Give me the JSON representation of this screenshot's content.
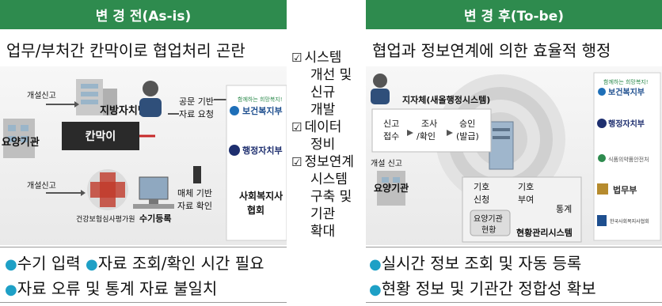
{
  "left": {
    "header": "변 경 전(As-is)",
    "subtitle": "업무/부처간 칸막이로 협업처리 곤란",
    "labels": {
      "local_gov": "지방자치단체",
      "care_org": "요양기관",
      "barrier": "칸막이",
      "report1": "개설신고",
      "report2": "개설신고",
      "hira": "건강보험심사평가원",
      "manual": "수기등록",
      "doc_request": [
        "공문 기반",
        "자료 요청"
      ],
      "media_check": [
        "매체 기반",
        "자료 확인"
      ],
      "assoc": [
        "사회복지사",
        "협회"
      ],
      "mohw": "보건복지부",
      "mois": "행정자치부",
      "mohw_small": "함께하는 희망복지!"
    },
    "bullets": [
      [
        "수기 입력",
        "자료 조회/확인 시간 필요"
      ],
      [
        "자료 오류 및 통계 자료 불일치"
      ]
    ]
  },
  "middle": [
    {
      "check": "☑",
      "lines": [
        "시스템",
        "개선 및",
        "신규",
        "개발"
      ]
    },
    {
      "check": "☑",
      "lines": [
        "데이터",
        "정비"
      ]
    },
    {
      "check": "☑",
      "lines": [
        "정보연계",
        "시스템",
        "구축 및",
        "기관",
        "확대"
      ]
    }
  ],
  "right": {
    "header": "변 경 후(To-be)",
    "subtitle": "협업과 정보연계에 의한 효율적 행정",
    "labels": {
      "local_system": "지자체(새올행정시스템)",
      "report": "개설 신고",
      "care_org": "요양기관",
      "step1": [
        "신고",
        "접수"
      ],
      "step2": [
        "조사",
        "/확인"
      ],
      "step3": [
        "승인",
        "(발급)"
      ],
      "code_apply": [
        "기호",
        "신청"
      ],
      "code_assign": [
        "기호",
        "부여"
      ],
      "stats": "통계",
      "status": [
        "요양기관",
        "현황"
      ],
      "status_system": "현황관리시스템",
      "orgs": [
        "보건복지부",
        "행정자치부",
        "식품의약품안전처",
        "법무부",
        "한국사회복지사협회"
      ],
      "mohw_small": "함께하는 희망복지!"
    },
    "bullets": [
      [
        "실시간 정보 조회 및 자동 등록"
      ],
      [
        "현황 정보 및 기관간 정합성 확보"
      ]
    ]
  },
  "colors": {
    "header": "#2e8b4e",
    "bullet": "#1ea0c6",
    "barrier": "#c62828"
  }
}
